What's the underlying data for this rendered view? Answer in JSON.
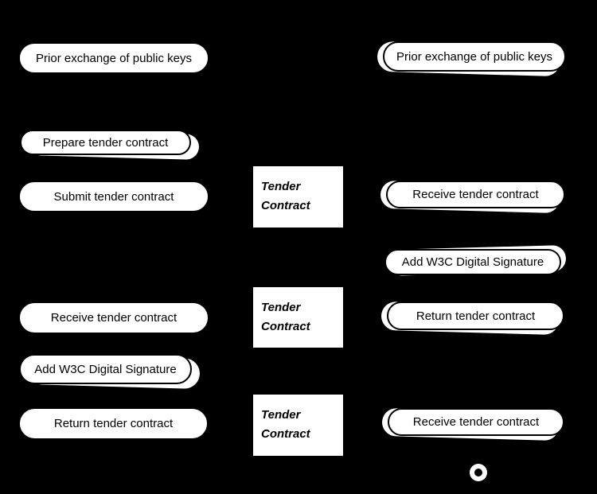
{
  "colors": {
    "background": "#000000",
    "node_fill": "#ffffff",
    "node_outline": "#000000",
    "node_text": "#000000"
  },
  "nodes": {
    "left": [
      {
        "label": "Prior exchange of public keys"
      },
      {
        "label": "Prepare tender contract"
      },
      {
        "label": "Submit tender contract"
      },
      {
        "label": "Receive tender contract"
      },
      {
        "label": "Add W3C Digital Signature"
      },
      {
        "label": "Return tender contract"
      }
    ],
    "middle": [
      {
        "line1": "Tender",
        "line2": "Contract"
      },
      {
        "line1": "Tender",
        "line2": "Contract"
      },
      {
        "line1": "Tender",
        "line2": "Contract"
      }
    ],
    "right": [
      {
        "label": "Prior exchange of public keys"
      },
      {
        "label": "Receive tender contract"
      },
      {
        "label": "Add W3C Digital Signature"
      },
      {
        "label": "Return tender contract"
      },
      {
        "label": "Receive tender contract"
      }
    ]
  },
  "final_node": {
    "type": "activity-final"
  }
}
